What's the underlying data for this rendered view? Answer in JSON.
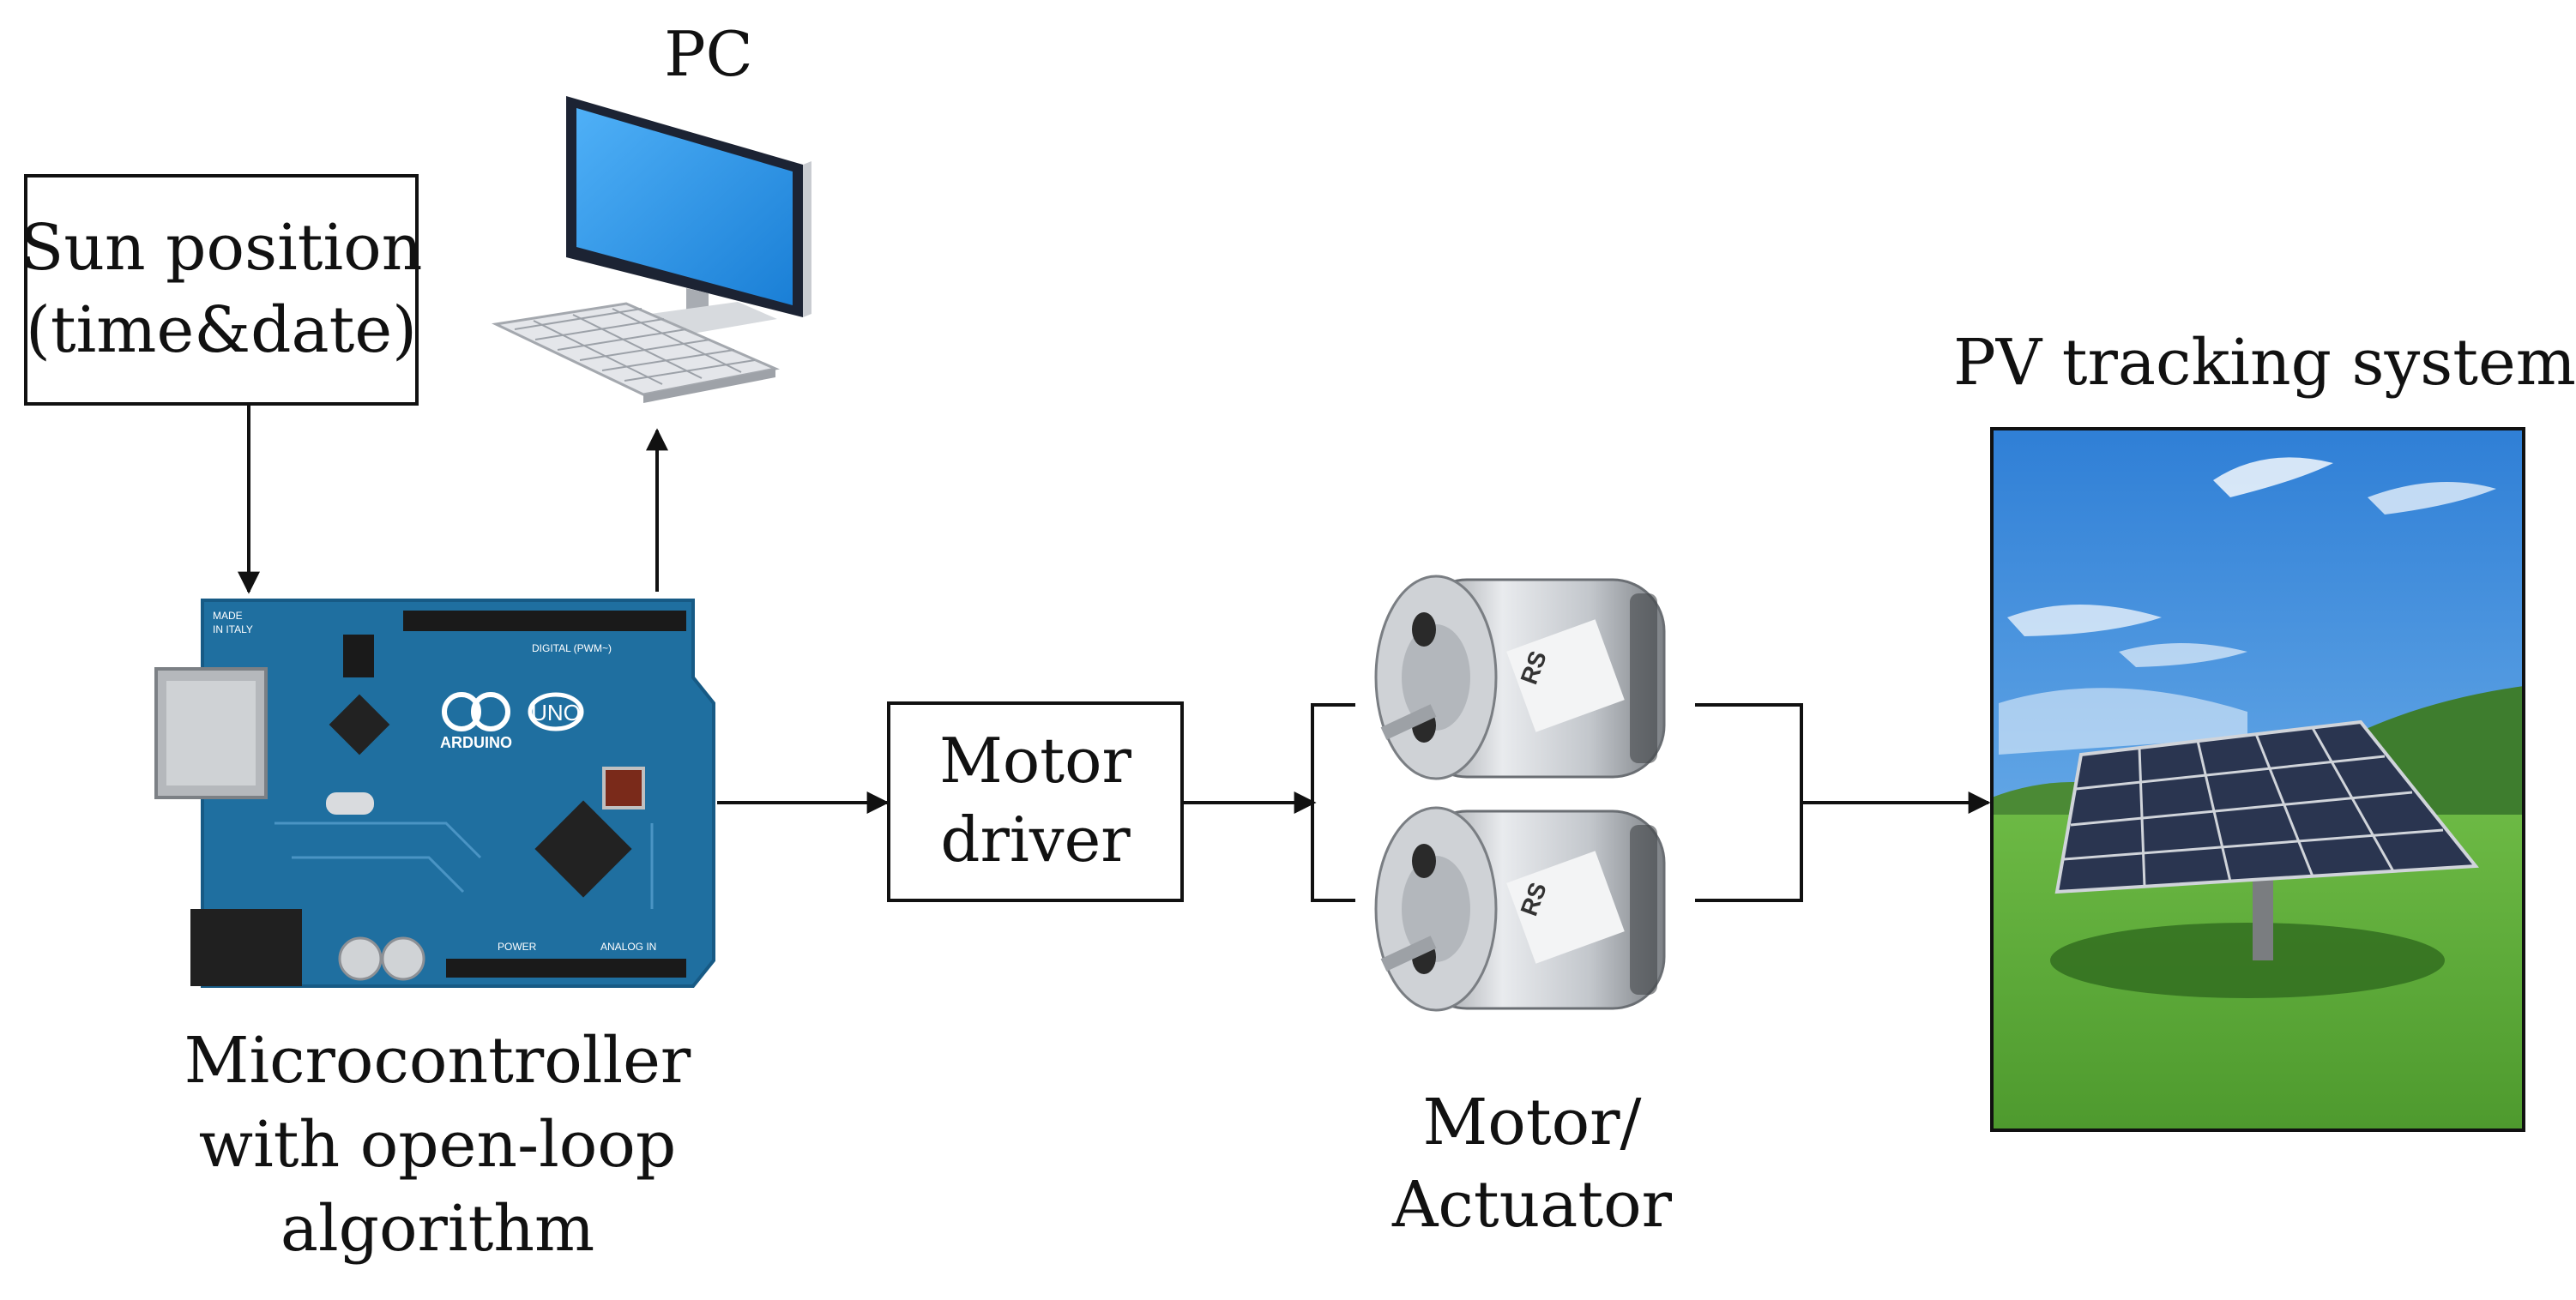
{
  "labels": {
    "pc": "PC",
    "sun_line1": "Sun position",
    "sun_line2": "(time&date)",
    "driver_line1": "Motor",
    "driver_line2": "driver",
    "mcu_line1": "Microcontroller",
    "mcu_line2": "with open-loop",
    "mcu_line3": "algorithm",
    "motor_line1": "Motor/",
    "motor_line2": "Actuator",
    "pv": "PV tracking system"
  },
  "board_text": {
    "made": "MADE",
    "italy": "IN ITALY",
    "brand": "ARDUINO",
    "model": "UNO",
    "digital": "DIGITAL (PWM~)",
    "power": "POWER",
    "analog": "ANALOG IN"
  },
  "motor_text": {
    "brand": "RS"
  },
  "colors": {
    "line": "#111111",
    "board": "#1f6fa0",
    "screen": "#2e98ee",
    "sky": "#3d8fe0",
    "grass": "#5ea93a",
    "panel": "#2a3550"
  }
}
